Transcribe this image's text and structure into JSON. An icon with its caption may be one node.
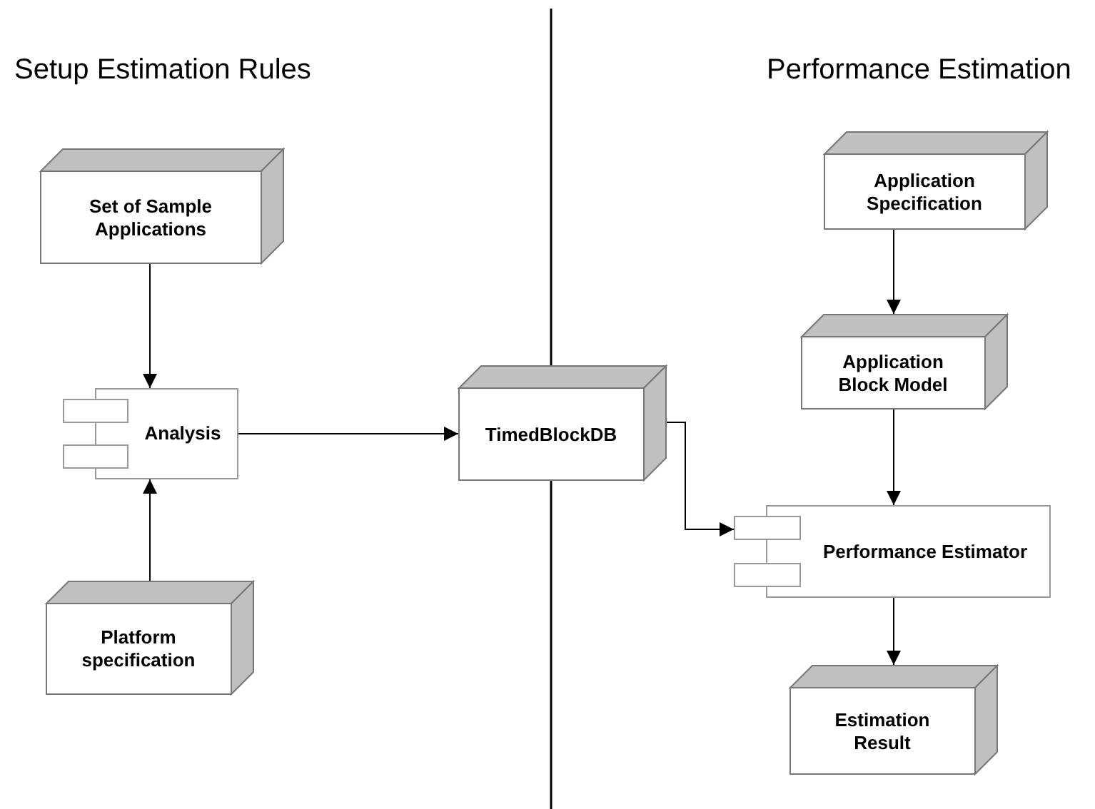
{
  "diagram": {
    "nodes": [
      {
        "text": [
          "Set of Sample Applications"
        ]
      },
      {
        "text": [
          "Analysis"
        ]
      },
      {
        "text": [
          "Platform specification"
        ]
      },
      {
        "text": [
          "TimedBlockDB"
        ]
      },
      {
        "text": [
          "Application Specification"
        ]
      },
      {
        "text": [
          "Application Block Model"
        ]
      },
      {
        "text": [
          "Performance Estimator"
        ]
      },
      {
        "text": [
          "Estimation Result"
        ]
      }
    ],
    "edges": [
      {
        "from": 0,
        "to": 1,
        "arrow": "to"
      },
      {
        "from": 2,
        "to": 1,
        "arrow": "to"
      },
      {
        "from": 1,
        "to": 3,
        "arrow": "to"
      },
      {
        "from": 3,
        "to": 6,
        "arrow": "to"
      },
      {
        "from": 4,
        "to": 5,
        "arrow": "to"
      },
      {
        "from": 5,
        "to": 6,
        "arrow": "to"
      },
      {
        "from": 6,
        "to": 7,
        "arrow": "to"
      }
    ],
    "labels": [
      "Setup Estimation Rules",
      "Performance Estimation"
    ]
  }
}
